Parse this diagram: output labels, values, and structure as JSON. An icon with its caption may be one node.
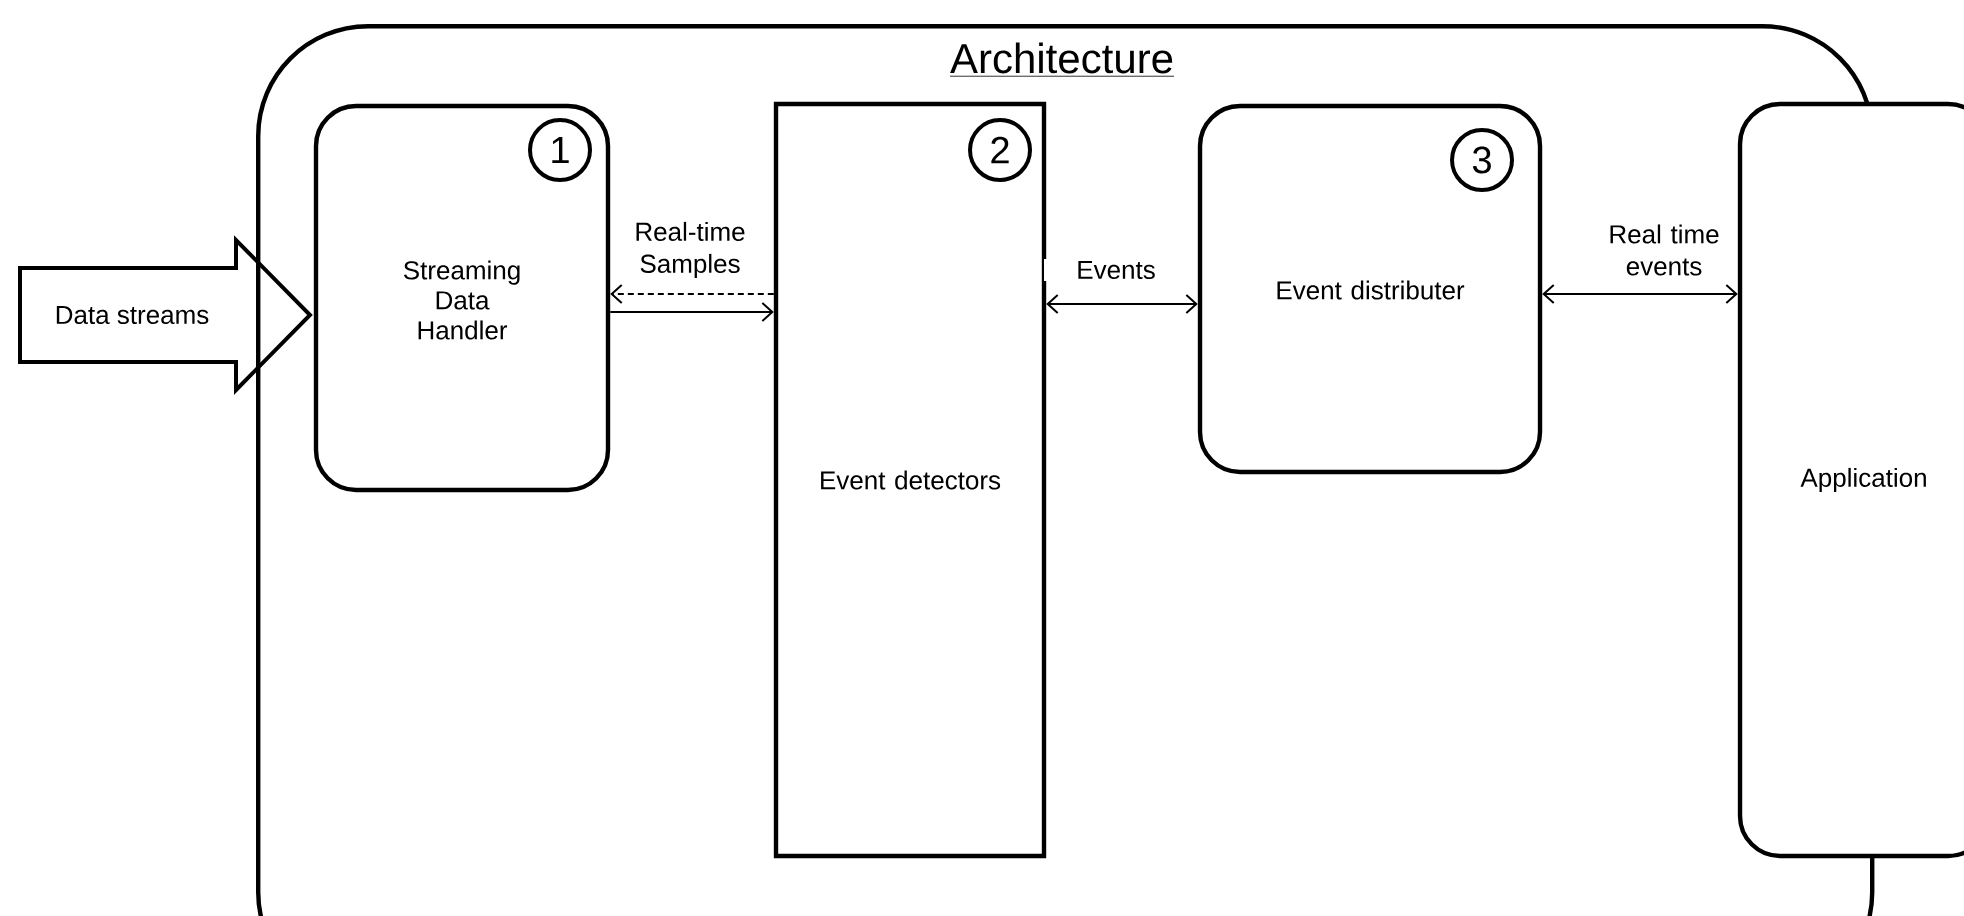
{
  "diagram": {
    "nodes": [
      {
        "text": [
          "Architecture"
        ]
      },
      {
        "text": [
          "Streaming Data Handler"
        ],
        "in": 0
      },
      {
        "text": [
          "1"
        ],
        "in": 1
      },
      {
        "text": [
          "Event detectors"
        ],
        "in": 0
      },
      {
        "text": [
          "2"
        ],
        "in": 3
      },
      {
        "text": [
          "Event distributer"
        ],
        "in": 0
      },
      {
        "text": [
          "3"
        ],
        "in": 5
      },
      {
        "text": [
          "Application"
        ]
      },
      {
        "text": [
          "Data streams"
        ]
      }
    ],
    "edges": [
      {
        "from": 3,
        "to": 1,
        "arrow": "to",
        "style": "dashed",
        "label": "Real-time Samples"
      },
      {
        "from": 1,
        "to": 3,
        "arrow": "to"
      },
      {
        "from": 3,
        "to": 5,
        "arrow": "both",
        "label": "Events"
      },
      {
        "from": 5,
        "to": 7,
        "arrow": "both",
        "label": "Real time events"
      }
    ]
  }
}
